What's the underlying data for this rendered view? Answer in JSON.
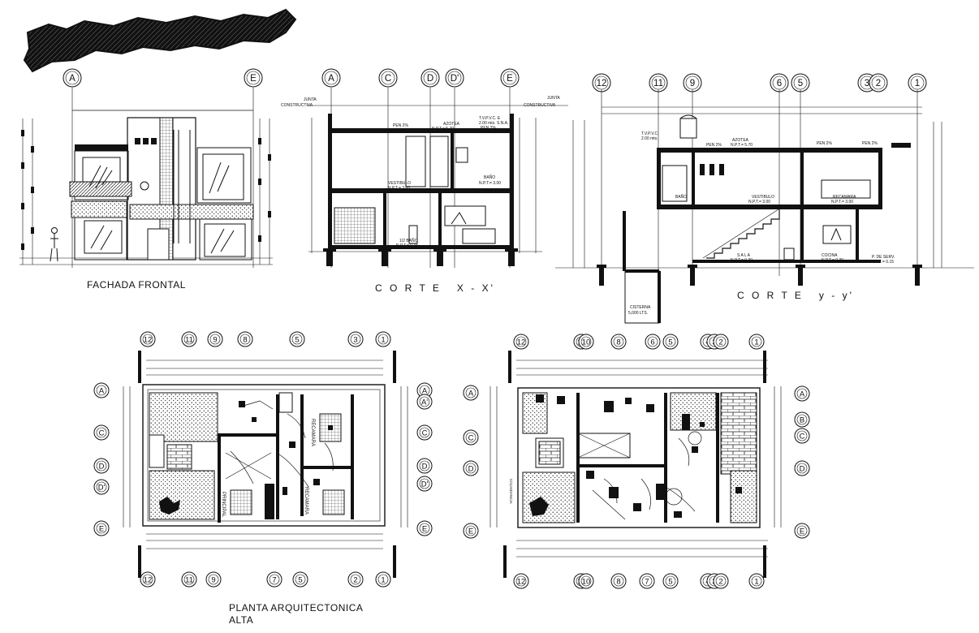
{
  "titles": {
    "fachada": "FACHADA FRONTAL",
    "corte_x": "C O R T E   X - X'",
    "corte_y": "C O R T E   y - y'",
    "planta_line1": "PLANTA ARQUITECTONICA",
    "planta_line2": "ALTA"
  },
  "fachada": {
    "grid_labels": [
      "A",
      "E"
    ]
  },
  "corte_x": {
    "grid_labels": [
      "A",
      "C",
      "D",
      "D'",
      "E"
    ],
    "notes": {
      "junta_left_1": "JUNTA",
      "junta_left_2": "CONSTRUCTIVA",
      "junta_right_1": "JUNTA",
      "junta_right_2": "CONSTRUCTIVA",
      "azotea": "AZOTEA",
      "azotea_npt": "N.P.T.= 5.70",
      "pen1": "PEN 2%",
      "tinaco": "T.V.P.V.C. E",
      "tinaco2": "2.00 mts. S.N.A.",
      "pen2": "PEN 2%",
      "vestibulo": "VESTIBULO",
      "vestibulo_npt": "N.P.T.= 3.00",
      "bano_up": "BAÑO",
      "bano_up_npt": "N.P.T.= 3.00",
      "bano_low": "1/2 BAÑO",
      "bano_low_npt": "N.P.T.= 0.15"
    }
  },
  "corte_y": {
    "grid_labels": [
      "12",
      "11",
      "9",
      "6",
      "5",
      "3",
      "2",
      "1"
    ],
    "notes": {
      "tinaco": "T.V.P.V.C.",
      "tinaco2": "2.00 mts.",
      "azotea": "AZOTEA",
      "azotea_npt": "N.P.T.= 5.70",
      "pen1": "PEN 2%",
      "pen2": "PEN 2%",
      "pen3": "PEN 2%",
      "bano": "BAÑO",
      "vestibulo": "VESTIBULO",
      "vestibulo_npt": "N.P.T.= 3.00",
      "recamara": "RECAMARA",
      "recamara_npt": "N.P.T.= 3.00",
      "sala": "S A L A",
      "sala_npt": "N.P.T.= 0.30",
      "cocina": "COCINA",
      "cocina_npt": "N.P.T.= 0.30",
      "patio": "P. DE SERV.",
      "patio_npt": "N.P.T.= 0.15",
      "cisterna": "CISTERNA",
      "cisterna2": "5,000 LTS."
    }
  },
  "planta_alta": {
    "top_labels": [
      "12",
      "11",
      "9",
      "8",
      "5",
      "3",
      "1"
    ],
    "bottom_labels": [
      "12",
      "11",
      "9",
      "7",
      "5",
      "2",
      "1"
    ],
    "left_labels": [
      "A",
      "C",
      "D",
      "D'",
      "E"
    ],
    "right_labels": [
      "A",
      "A'",
      "C",
      "D",
      "D'",
      "E"
    ],
    "rooms": {
      "recamara_1": "RECAMARA",
      "recamara_2": "RECAMARA",
      "principal": "PRINCIPAL"
    }
  },
  "planta_baja": {
    "top_labels": [
      "12",
      "11",
      "10",
      "8",
      "6",
      "5",
      "4",
      "3",
      "2",
      "1"
    ],
    "bottom_labels": [
      "12",
      "11",
      "10",
      "8",
      "7",
      "5",
      "4",
      "3",
      "2",
      "1"
    ],
    "left_labels": [
      "A",
      "C",
      "D",
      "E"
    ],
    "right_labels": [
      "A",
      "B",
      "C",
      "D",
      "E"
    ],
    "notes": {
      "colindancia": "COLINDANCIA"
    }
  }
}
